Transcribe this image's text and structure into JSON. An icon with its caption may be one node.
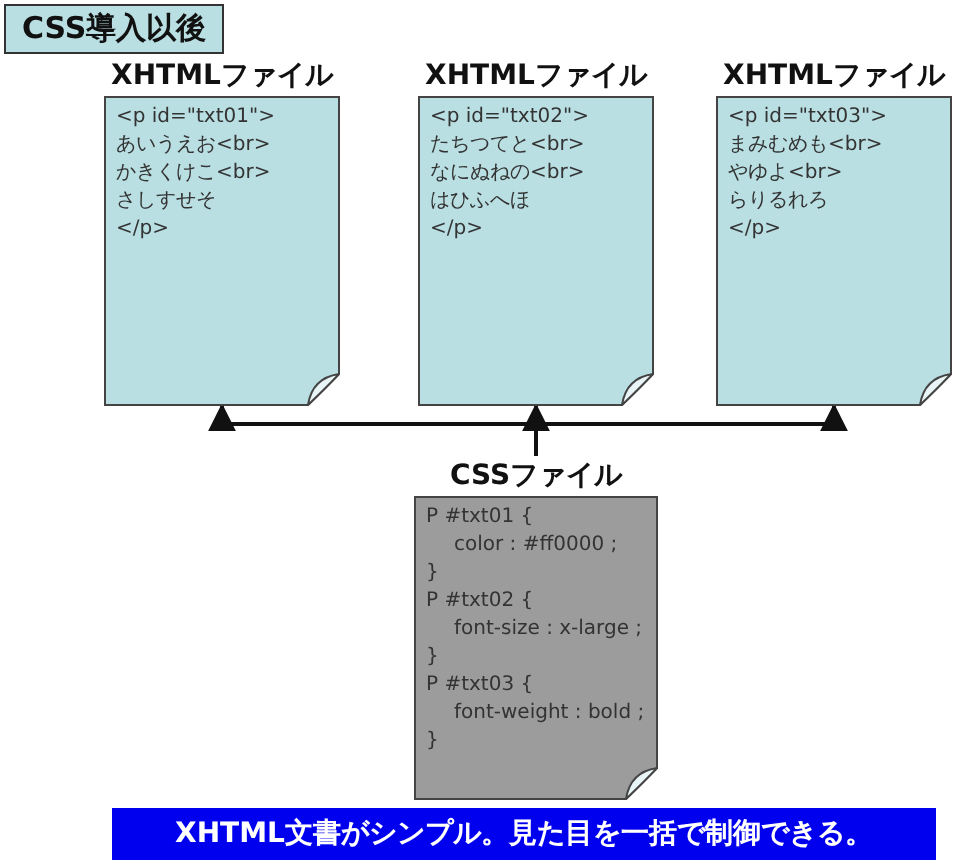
{
  "diagram": {
    "title": "CSS導入以後",
    "nodes": [
      {
        "text": [
          "XHTMLファイル",
          "<p id=\"txt01\">",
          "あいうえお<br>",
          "かきくけこ<br>",
          "さしすせそ",
          "</p>"
        ]
      },
      {
        "text": [
          "XHTMLファイル",
          "<p id=\"txt02\">",
          "たちつてと<br>",
          "なにぬねの<br>",
          "はひふへほ",
          "</p>"
        ]
      },
      {
        "text": [
          "XHTMLファイル",
          "<p id=\"txt03\">",
          "まみむめも<br>",
          "やゆよ<br>",
          "らりるれろ",
          "</p>"
        ]
      },
      {
        "text": [
          "CSSファイル",
          "P #txt01 {",
          "color : #ff0000 ;",
          "}",
          "P #txt02 {",
          "font-size : x-large ;",
          "}",
          "P #txt03 {",
          "font-weight : bold ;",
          "}"
        ]
      }
    ],
    "edges": [
      {
        "from": 3,
        "to": 0,
        "arrow": "to"
      },
      {
        "from": 3,
        "to": 1,
        "arrow": "to"
      },
      {
        "from": 3,
        "to": 2,
        "arrow": "to"
      }
    ],
    "caption": "XHTML文書がシンプル。見た目を一括で制御できる。"
  }
}
